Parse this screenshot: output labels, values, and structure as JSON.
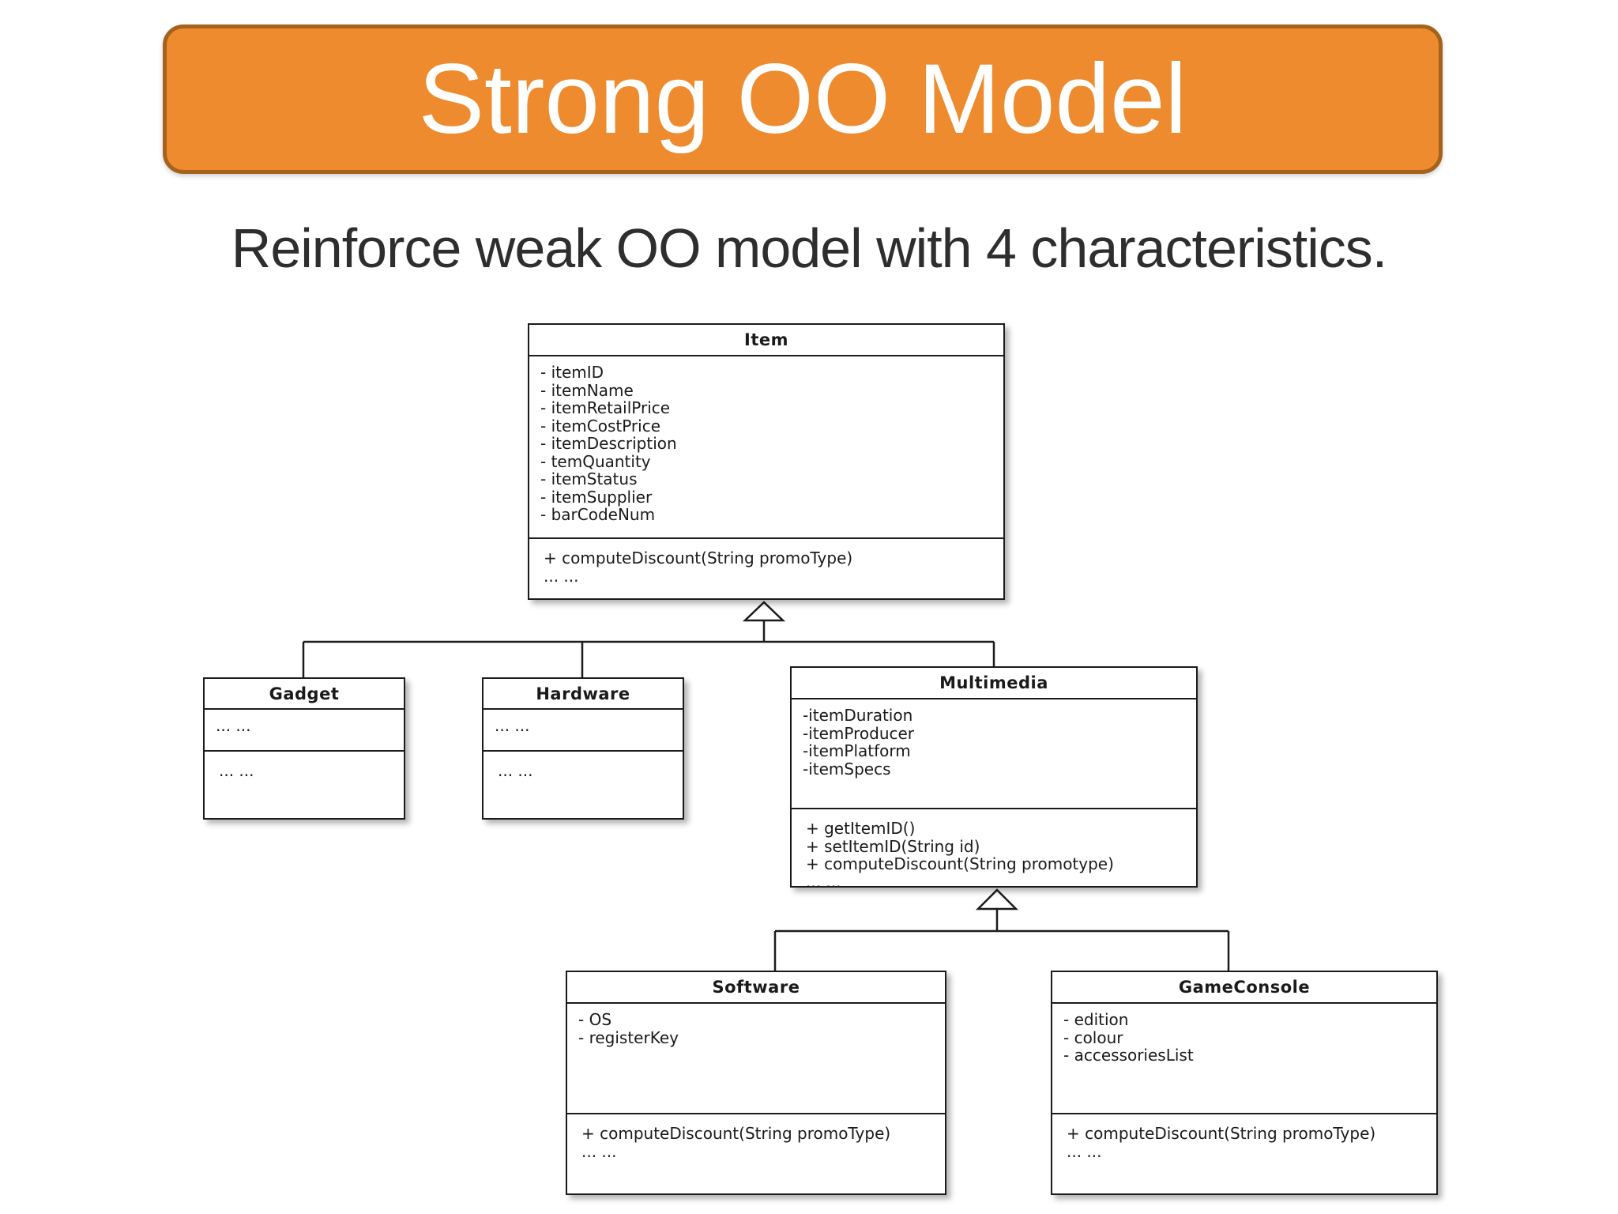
{
  "banner": {
    "title": "Strong OO Model"
  },
  "subtitle": "Reinforce weak OO model with 4 characteristics.",
  "colors": {
    "banner_bg": "#EE8B2E",
    "banner_border": "#A4621C",
    "banner_text": "#FFFFFF",
    "subtitle_text": "#2E2E2E",
    "box_border": "#1B1B1B",
    "box_bg": "#FFFFFF",
    "connector_line": "#1B1B1B"
  },
  "diagram": {
    "type": "uml-class-diagram",
    "classes": {
      "item": {
        "name": "Item",
        "attributes": [
          "- itemID",
          "- itemName",
          "- itemRetailPrice",
          "- itemCostPrice",
          "- itemDescription",
          "- temQuantity",
          "- itemStatus",
          "- itemSupplier",
          "- barCodeNum"
        ],
        "methods": [
          "+ computeDiscount(String promoType)",
          "... ..."
        ]
      },
      "gadget": {
        "name": "Gadget",
        "attributes": [
          "... ..."
        ],
        "methods": [
          "... ..."
        ]
      },
      "hardware": {
        "name": "Hardware",
        "attributes": [
          "... ..."
        ],
        "methods": [
          "... ..."
        ]
      },
      "multimedia": {
        "name": "Multimedia",
        "attributes": [
          "-itemDuration",
          "-itemProducer",
          "-itemPlatform",
          "-itemSpecs"
        ],
        "methods": [
          "+ getItemID()",
          "+ setItemID(String id)",
          "+ computeDiscount(String promotype)",
          "... ..."
        ]
      },
      "software": {
        "name": "Software",
        "attributes": [
          "- OS",
          "- registerKey"
        ],
        "methods": [
          "+ computeDiscount(String promoType)",
          "... ..."
        ]
      },
      "gameconsole": {
        "name": "GameConsole",
        "attributes": [
          "- edition",
          "- colour",
          "- accessoriesList"
        ],
        "methods": [
          "+ computeDiscount(String promoType)",
          "... ..."
        ]
      }
    },
    "relations": [
      {
        "type": "generalization",
        "parent": "Item",
        "children": [
          "Gadget",
          "Hardware",
          "Multimedia"
        ]
      },
      {
        "type": "generalization",
        "parent": "Multimedia",
        "children": [
          "Software",
          "GameConsole"
        ]
      }
    ]
  }
}
